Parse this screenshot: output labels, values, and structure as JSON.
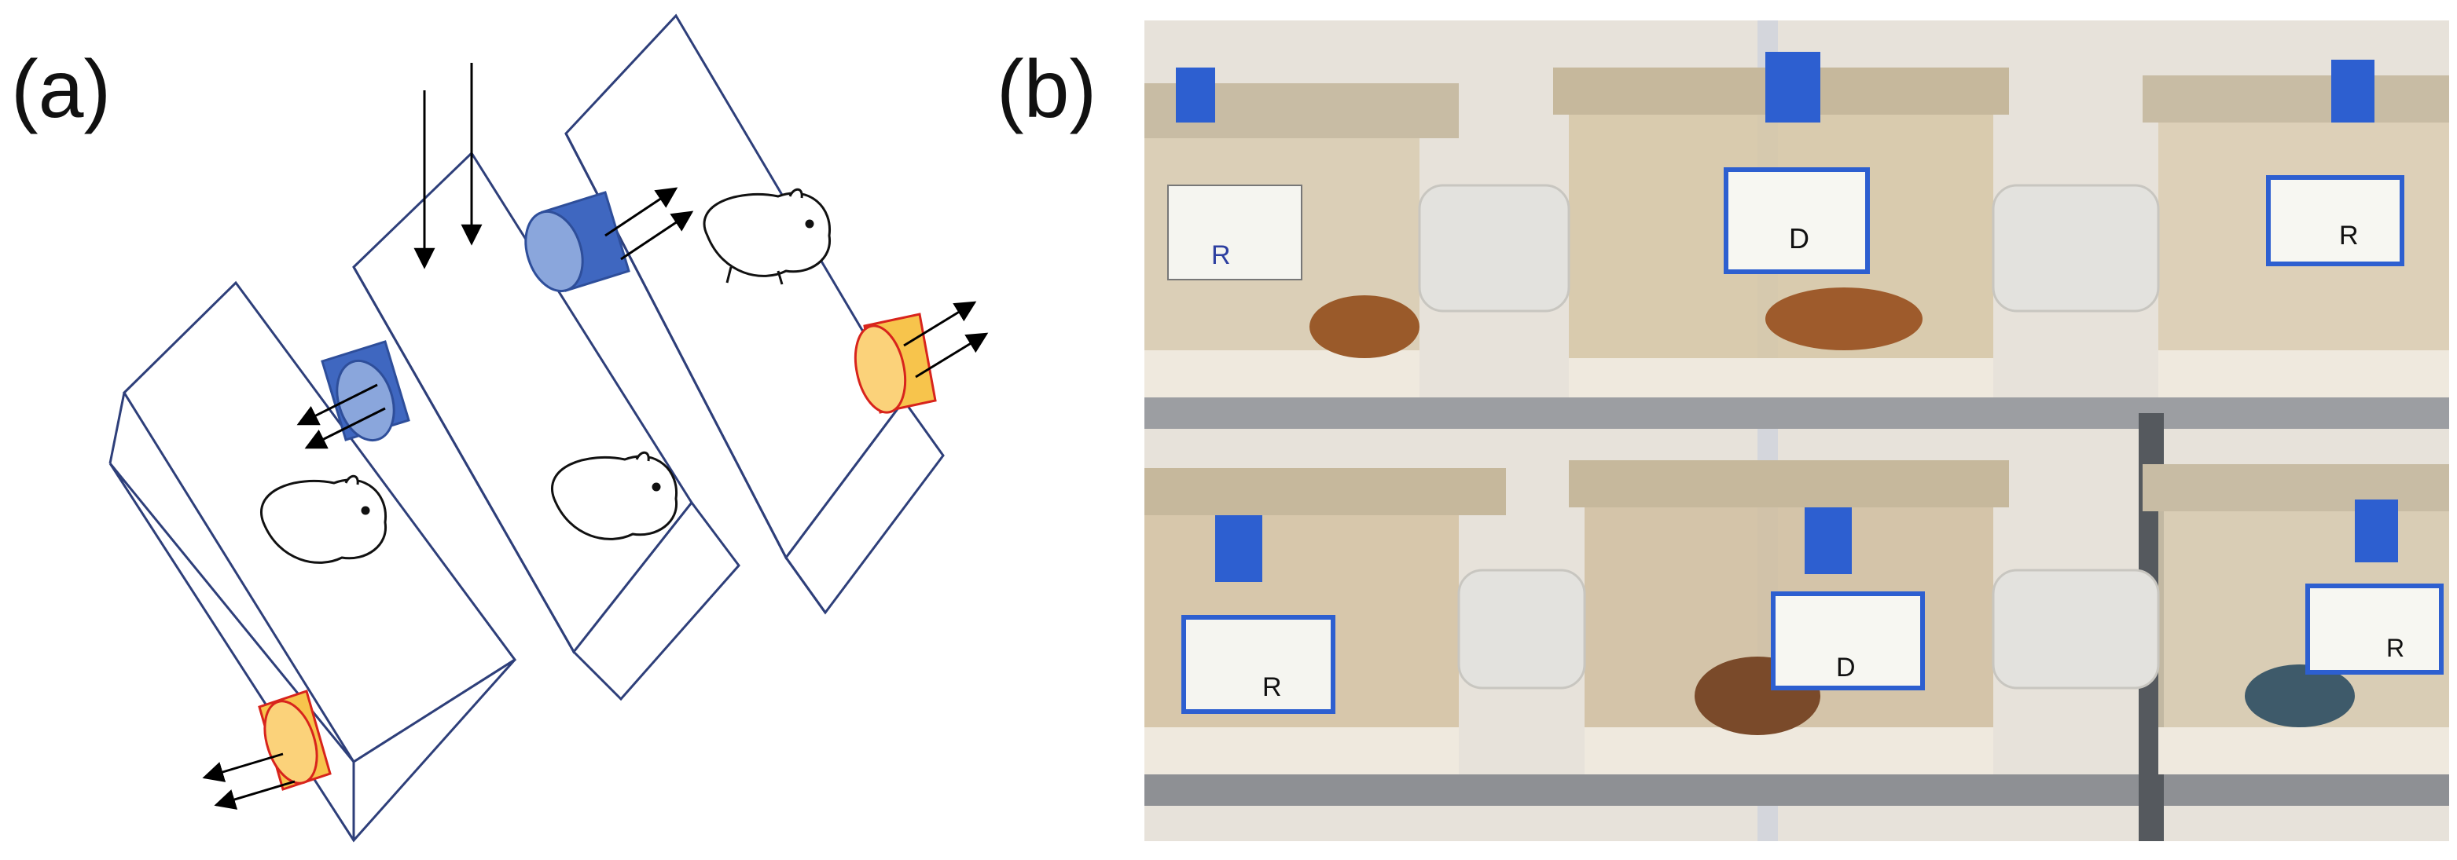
{
  "panel_a": {
    "label": "(a)",
    "components": [
      {
        "name": "cage",
        "count": 3
      },
      {
        "name": "hamster",
        "count": 3
      },
      {
        "name": "connector-tube-blue",
        "count": 2
      },
      {
        "name": "exhaust-filter-orange",
        "count": 2
      },
      {
        "name": "airflow-arrow-pair",
        "count": 5
      }
    ]
  },
  "panel_b": {
    "label": "(b)",
    "cage_card_labels": {
      "top_left": "R",
      "top_middle": "D",
      "top_right": "R",
      "bottom_left": "R",
      "bottom_middle": "D",
      "bottom_right": "R"
    }
  },
  "colors": {
    "cage_outline": "#2e3f7a",
    "tube_blue": "#3f67c0",
    "tube_blue_light": "#8aa6dc",
    "filter_orange": "#f7c44c",
    "filter_red": "#d8241c",
    "shelf_metal": "#9c9ea2",
    "pole_gray": "#55595e"
  }
}
